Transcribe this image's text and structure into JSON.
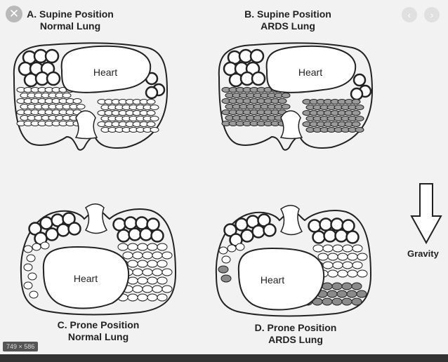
{
  "viewer": {
    "close_icon": "close-icon",
    "prev_icon": "chevron-left-icon",
    "next_icon": "chevron-right-icon",
    "image_size": "749 × 586"
  },
  "panels": [
    {
      "title_line1": "A. Supine Position",
      "title_line2": "Normal Lung",
      "organ_label": "Heart"
    },
    {
      "title_line1": "B. Supine Position",
      "title_line2": "ARDS Lung",
      "organ_label": "Heart"
    },
    {
      "title_line1": "C. Prone Position",
      "title_line2": "Normal Lung",
      "organ_label": "Heart"
    },
    {
      "title_line1": "D. Prone Position",
      "title_line2": "ARDS Lung",
      "organ_label": "Heart"
    }
  ],
  "gravity": {
    "label": "Gravity",
    "icon": "down-arrow-icon"
  },
  "colors": {
    "consolidated": "#8a8a8a",
    "outline": "#222222"
  }
}
